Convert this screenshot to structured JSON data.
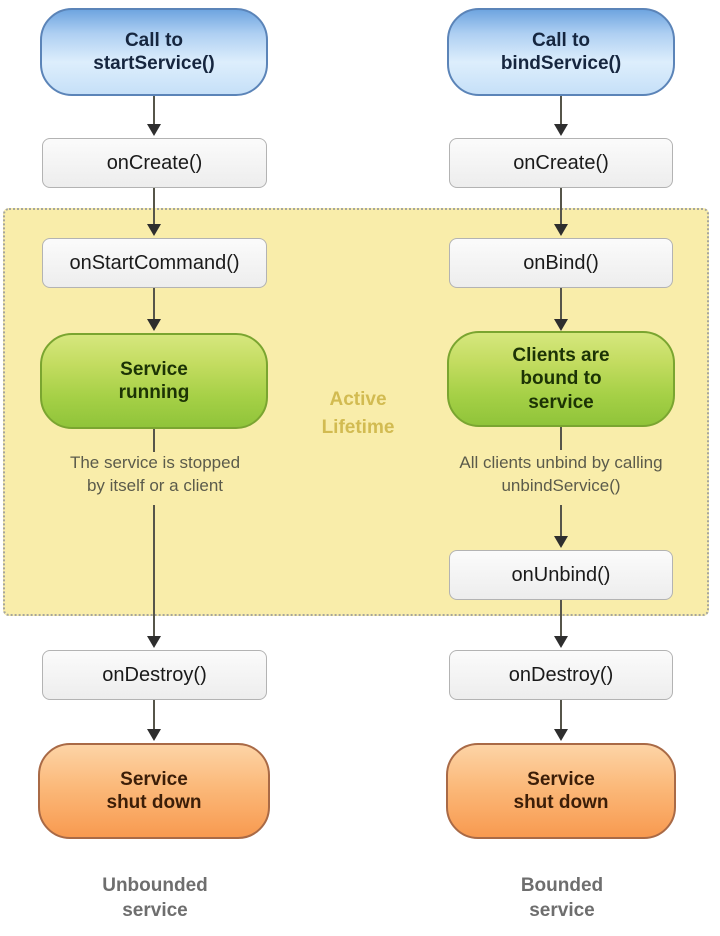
{
  "region": {
    "label": "Active\nLifetime"
  },
  "columns": [
    {
      "id": "unbounded",
      "entry_label": "Call to\nstartService()",
      "on_create_label": "onCreate()",
      "callback_label": "onStartCommand()",
      "state_label": "Service\nrunning",
      "caption": "The service is stopped\nby itself or a client",
      "on_destroy_label": "onDestroy()",
      "shutdown_label": "Service\nshut down",
      "footer_label": "Unbounded\nservice"
    },
    {
      "id": "bounded",
      "entry_label": "Call to\nbindService()",
      "on_create_label": "onCreate()",
      "callback_label": "onBind()",
      "state_label": "Clients are\nbound to\nservice",
      "caption": "All clients unbind by calling\nunbindService()",
      "on_unbind_label": "onUnbind()",
      "on_destroy_label": "onDestroy()",
      "shutdown_label": "Service\nshut down",
      "footer_label": "Bounded\nservice"
    }
  ],
  "colors": {
    "entry_node_blue": "#8ab6e9",
    "entry_node_border": "#5b84b8",
    "state_node_green": "#a5d046",
    "state_node_border": "#7aa530",
    "shutdown_node_orange": "#f89a50",
    "shutdown_node_border": "#a96a46",
    "active_region_fill": "#f9edaa",
    "active_region_label": "#d2bb51",
    "callback_box_fill": "#f4f4f4",
    "callback_box_border": "#b3b3b3",
    "arrow_line": "#56554a",
    "caption_text": "#5b5b4b",
    "footer_text": "#6e6e6e"
  }
}
